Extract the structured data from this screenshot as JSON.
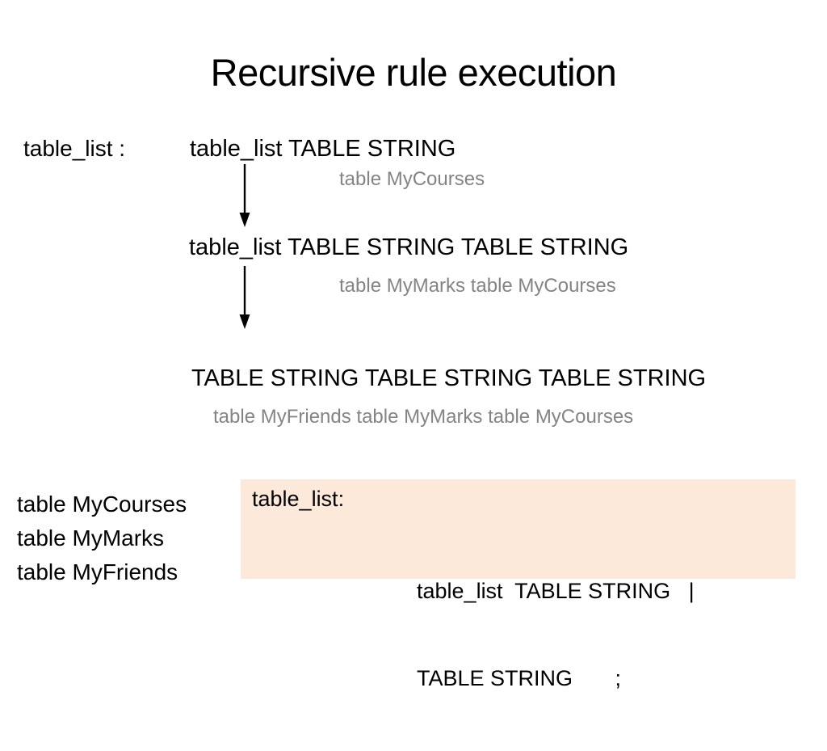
{
  "slide": {
    "title": "Recursive rule execution"
  },
  "derivation": {
    "lhs_label": "table_list :",
    "steps": [
      {
        "sentential_form": "table_list TABLE STRING",
        "annotations": [
          {
            "keyword": "table",
            "value": "MyCourses"
          }
        ],
        "annotation_text": "table   MyCourses"
      },
      {
        "sentential_form": "table_list TABLE STRING TABLE STRING",
        "annotations": [
          {
            "keyword": "table",
            "value": "MyMarks"
          },
          {
            "keyword": "table",
            "value": "MyCourses"
          }
        ],
        "annotation_text": "table   MyMarks     table   MyCourses"
      },
      {
        "sentential_form": "TABLE STRING TABLE STRING TABLE STRING",
        "annotations": [
          {
            "keyword": "table",
            "value": "MyFriends"
          },
          {
            "keyword": "table",
            "value": "MyMarks"
          },
          {
            "keyword": "table",
            "value": "MyCourses"
          }
        ],
        "annotation_text": "table   MyFriends    table   MyMarks     table   MyCourses"
      }
    ],
    "arrows": [
      {
        "name": "derivation-arrow-1",
        "direction": "down"
      },
      {
        "name": "derivation-arrow-2",
        "direction": "down"
      }
    ]
  },
  "input_tokens": {
    "lines": [
      "table MyCourses",
      "table MyMarks",
      "table MyFriends"
    ]
  },
  "grammar_box": {
    "background_color": "#fce9da",
    "head": "table_list:",
    "line1": "table_list  TABLE STRING   |",
    "line2": "TABLE STRING       ;"
  },
  "colors": {
    "text": "#000000",
    "annotation_gray": "#848484",
    "highlight_bg": "#fce9da"
  }
}
